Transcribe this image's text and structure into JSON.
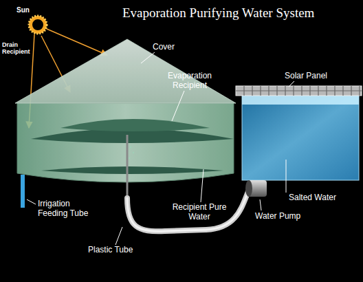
{
  "diagram": {
    "title": "Evaporation Purifying Water System",
    "labels": [
      "Sun",
      "Drain Recipient",
      "Cover",
      "Evaporation Recipient",
      "Solar Panel",
      "Irrigation Feeding Tube",
      "Recipient Pure Water",
      "Plastic Tube",
      "Water Pump",
      "Salted Water"
    ]
  }
}
